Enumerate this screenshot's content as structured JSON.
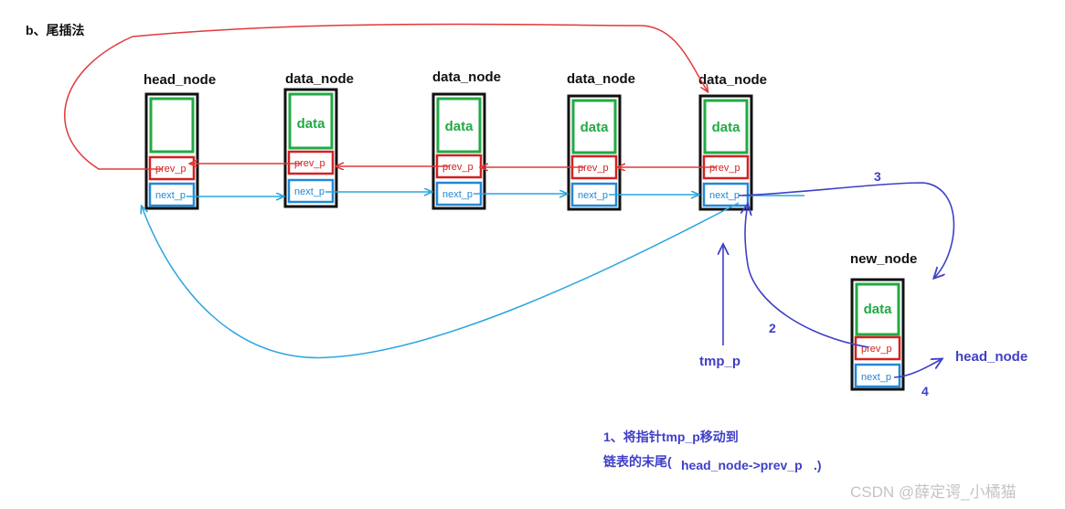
{
  "section_title": "b、尾插法",
  "nodes": [
    {
      "title": "head_node",
      "data": "",
      "prev": "prev_p",
      "next": "next_p"
    },
    {
      "title": "data_node",
      "data": "data",
      "prev": "prev_p",
      "next": "next_p"
    },
    {
      "title": "data_node",
      "data": "data",
      "prev": "prev_p",
      "next": "next_p"
    },
    {
      "title": "data_node",
      "data": "data",
      "prev": "prev_p",
      "next": "next_p"
    },
    {
      "title": "data_node",
      "data": "data",
      "prev": "prev_p",
      "next": "next_p"
    }
  ],
  "new_node": {
    "title": "new_node",
    "data": "data",
    "prev": "prev_p",
    "next": "next_p"
  },
  "labels": {
    "tmp_p": "tmp_p",
    "head_node_ref": "head_node"
  },
  "steps": {
    "s2": "2",
    "s3": "3",
    "s4": "4"
  },
  "note": {
    "line1": "1、将指针tmp_p移动到",
    "line2_prefix": "链表的末尾(",
    "line2_code": "head_node->prev_p",
    "line2_suffix": ".)"
  },
  "watermark": "CSDN @薛定谔_小橘猫",
  "colors": {
    "data_box": "#22aa44",
    "prev_box": "#d22222",
    "next_box": "#2388d8",
    "outer_box": "#111111",
    "red_link": "#e03a3a",
    "blue_link": "#2aa6e0",
    "annotation": "#3f3fc8"
  }
}
